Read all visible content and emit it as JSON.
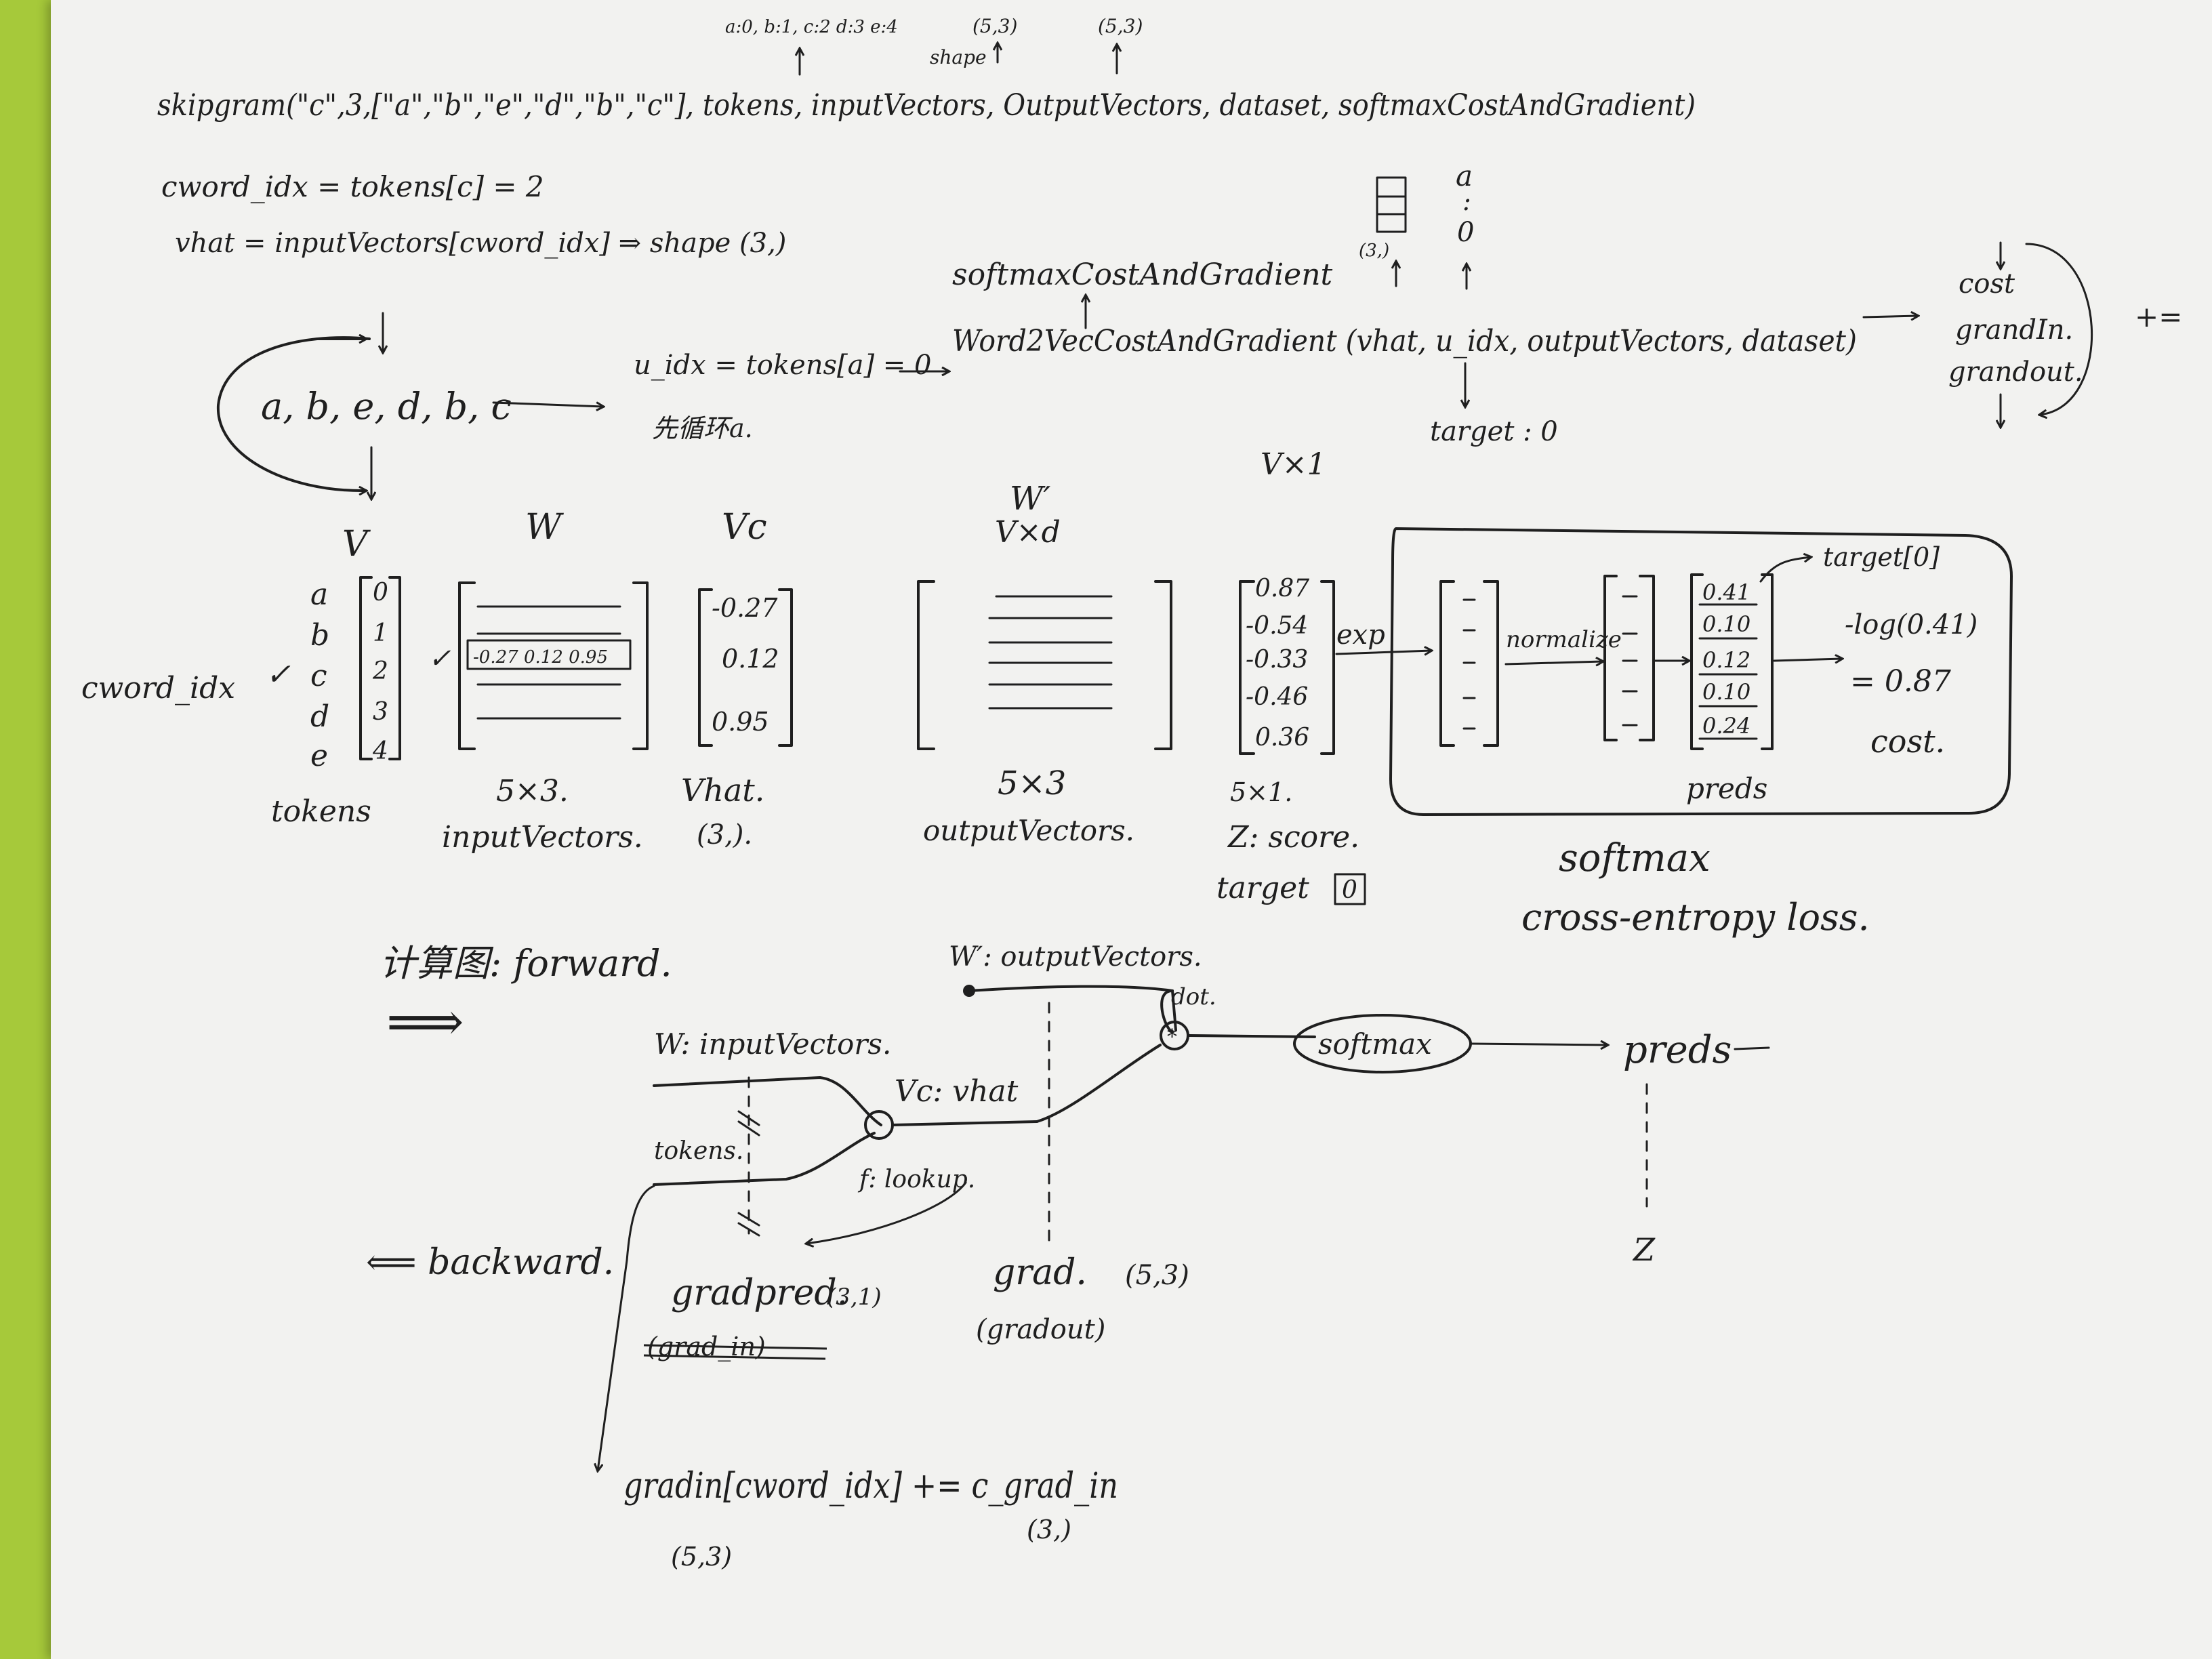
{
  "top": {
    "labels_a_b": "a:0, b:1, c:2 d:3 e:4",
    "shape_in": "(5,3)",
    "shape_out": "(5,3)",
    "call": "skipgram(\"c\",3,[\"a\",\"b\",\"e\",\"d\",\"b\",\"c\"], tokens, inputVectors, OutputVectors, dataset, softmaxCostAndGradient)",
    "shape_word": "shape",
    "cword": "cword_idx = tokens[c] = 2",
    "vhat": "vhat = inputVectors[cword_idx] ⇒ shape (3,)"
  },
  "mid": {
    "vec_a": "a",
    "vec_colon": ":",
    "vec_0": "0",
    "vec_shape": "(3,)",
    "softmax_fn": "softmaxCostAndGradient",
    "seq": "a, b, e, d, b, c",
    "u_idx": "u_idx = tokens[a] = 0",
    "loop_note": "先循环a.",
    "w2v_call": "Word2VecCostAndGradient (vhat, u_idx, outputVectors, dataset)",
    "target": "target : 0",
    "cost": "cost",
    "gradin": "grandIn.",
    "gradout": "grandout.",
    "plus_eq": "+="
  },
  "matrices": {
    "v_label": "V",
    "w_label": "W",
    "vc_label": "Vc",
    "wprime_label": "W′",
    "wprime_dim": "V×d",
    "vx1_label": "V×1",
    "token_letters": [
      "a",
      "b",
      "c",
      "d",
      "e"
    ],
    "token_idx": [
      "0",
      "1",
      "2",
      "3",
      "4"
    ],
    "cword_idx_label": "cword_idx",
    "check": "✓",
    "w_row": "-0.27  0.12  0.95",
    "vhat_vals": [
      "-0.27",
      "0.12",
      "0.95"
    ],
    "z_vals": [
      "0.87",
      "-0.54",
      "-0.33",
      "-0.46",
      "0.36"
    ],
    "exp": "exp",
    "normalize": "normalize",
    "preds_vals": [
      "0.41",
      "0.10",
      "0.12",
      "0.10",
      "0.24"
    ],
    "target0": "target[0]",
    "neglog": "-log(0.41)",
    "eq087": "= 0.87",
    "cost": "cost.",
    "tokens_cap": "tokens",
    "w_dim": "5×3.",
    "w_cap": "inputVectors.",
    "vhat_cap": "Vhat.",
    "vhat_shape": "(3,).",
    "wp_dim": "5×3",
    "wp_cap": "outputVectors.",
    "z_dim": "5×1.",
    "z_cap": "Z: score.",
    "target_lbl": "target",
    "target_box": "0",
    "preds": "preds",
    "softmax_cap": "softmax",
    "ce_cap": "cross-entropy loss."
  },
  "graph": {
    "title": "计算图: forward.",
    "arrow": "⟹",
    "w_out": "W′: outputVectors.",
    "dot": "dot.",
    "w_in": "W: inputVectors.",
    "vc_vhat": "Vc: vhat",
    "softmax": "softmax",
    "preds": "preds",
    "tokens": "tokens.",
    "f_lookup": "f: lookup.",
    "backward": "⟸ backward.",
    "z": "Z",
    "gradpred": "gradpred.",
    "gradpred_shape": "(3,1)",
    "grad": "grad.",
    "grad_shape": "(5,3)",
    "grad_in_struck": "(grad_in)",
    "gradout": "(gradout)",
    "final": "gradin[cword_idx] += c_grad_in",
    "final_shape_left": "(5,3)",
    "final_shape_right": "(3,)"
  }
}
